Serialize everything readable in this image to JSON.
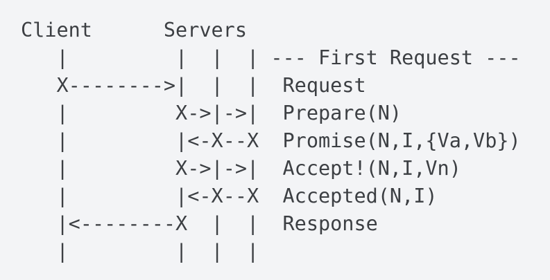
{
  "colors": {
    "background": "#f3f4f6",
    "text": "#3c3f43"
  },
  "header": {
    "client": "Client",
    "servers": "Servers"
  },
  "diagram": {
    "rows": [
      {
        "art": "   |         |  |  | ",
        "label": "--- First Request ---"
      },
      {
        "art": "   X-------->|  |  |  ",
        "label": "Request"
      },
      {
        "art": "   |         X->|->|  ",
        "label": "Prepare(N)"
      },
      {
        "art": "   |         |<-X--X  ",
        "label": "Promise(N,I,{Va,Vb})"
      },
      {
        "art": "   |         X->|->|  ",
        "label": "Accept!(N,I,Vn)"
      },
      {
        "art": "   |         |<-X--X  ",
        "label": "Accepted(N,I)"
      },
      {
        "art": "   |<--------X  |  |  ",
        "label": "Response"
      },
      {
        "art": "   |         |  |  |",
        "label": ""
      }
    ]
  }
}
